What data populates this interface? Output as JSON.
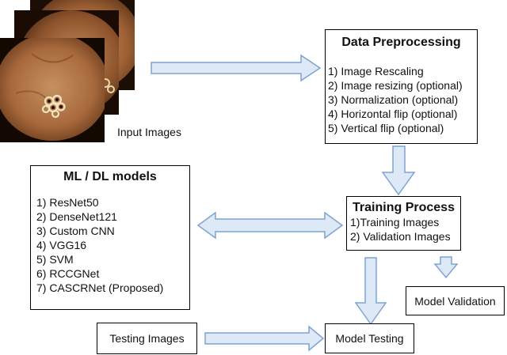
{
  "colors": {
    "arrow_fill": "#dde9f7",
    "arrow_stroke": "#7fa3d0",
    "tissue": "#a86a3d"
  },
  "input": {
    "label": "Input Images"
  },
  "preprocessing": {
    "title": "Data Preprocessing",
    "items": [
      "1) Image Rescaling",
      "2) Image resizing (optional)",
      "3) Normalization (optional)",
      "4) Horizontal flip (optional)",
      "5) Vertical flip (optional)"
    ]
  },
  "models": {
    "title": "ML / DL models",
    "items": [
      "1) ResNet50",
      "2) DenseNet121",
      "3) Custom CNN",
      "4) VGG16",
      "5) SVM",
      "6) RCCGNet",
      "7) CASCRNet (Proposed)"
    ]
  },
  "training": {
    "title": "Training Process",
    "items": [
      "1)Training Images",
      "2) Validation Images"
    ]
  },
  "validation": {
    "label": "Model Validation"
  },
  "testing_images": {
    "label": "Testing Images"
  },
  "model_testing": {
    "label": "Model Testing"
  }
}
